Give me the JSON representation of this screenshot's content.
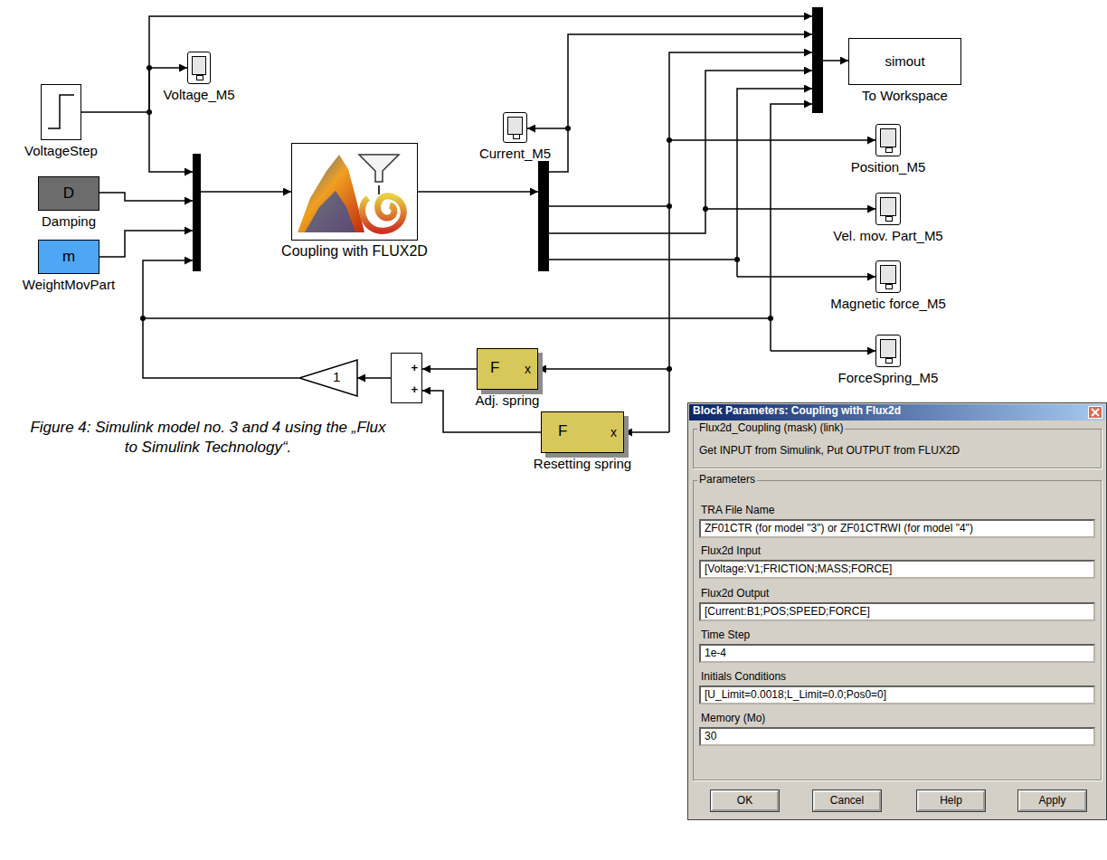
{
  "diagram": {
    "caption": "Figure 4: Simulink model no. 3 and 4 using the „Flux to Simulink Technology“.",
    "nodes": [
      {
        "text": [
          "VoltageStep"
        ]
      },
      {
        "text": [
          "Voltage_M5"
        ]
      },
      {
        "text": [
          "D",
          "Damping"
        ]
      },
      {
        "text": [
          "m",
          "WeightMovPart"
        ]
      },
      {
        "text": [
          "Coupling with FLUX2D"
        ]
      },
      {
        "text": [
          "Current_M5"
        ]
      },
      {
        "text": [
          "simout",
          "To Workspace"
        ]
      },
      {
        "text": [
          "Position_M5"
        ]
      },
      {
        "text": [
          "Vel. mov. Part_M5"
        ]
      },
      {
        "text": [
          "Magnetic force_M5"
        ]
      },
      {
        "text": [
          "ForceSpring_M5"
        ]
      },
      {
        "text": [
          "F",
          "x",
          "Adj. spring"
        ]
      },
      {
        "text": [
          "F",
          "x",
          "Resetting spring"
        ]
      },
      {
        "text": [
          "+",
          "+"
        ]
      },
      {
        "text": [
          "1"
        ]
      },
      {
        "text": [
          "Block Parameters: Coupling with Flux2d",
          "Flux2d_Coupling (mask) (link)",
          "Get INPUT from Simulink, Put OUTPUT from FLUX2D",
          "Parameters",
          "TRA File Name",
          "Flux2d Input",
          "Flux2d Output",
          "Time Step",
          "Initials Conditions",
          "Memory (Mo)"
        ]
      },
      {
        "text": [
          "ZF01CTR (for model \"3\") or ZF01CTRWI (for model \"4\")"
        ],
        "in": 15
      },
      {
        "text": [
          "[Voltage:V1;FRICTION;MASS;FORCE]"
        ],
        "in": 15
      },
      {
        "text": [
          "[Current:B1;POS;SPEED;FORCE]"
        ],
        "in": 15
      },
      {
        "text": [
          "1e-4"
        ],
        "in": 15
      },
      {
        "text": [
          "[U_Limit=0.0018;L_Limit=0.0;Pos0=0]"
        ],
        "in": 15
      },
      {
        "text": [
          "30"
        ],
        "in": 15
      },
      {
        "text": [
          "OK"
        ],
        "in": 15
      },
      {
        "text": [
          "Cancel"
        ],
        "in": 15
      },
      {
        "text": [
          "Help"
        ],
        "in": 15
      },
      {
        "text": [
          "Apply"
        ],
        "in": 15
      }
    ],
    "edges": [
      {
        "from": 0,
        "to": 1,
        "arrow": "to"
      },
      {
        "from": 11,
        "to": 13,
        "arrow": "to"
      },
      {
        "from": 12,
        "to": 13,
        "arrow": "to"
      },
      {
        "from": 13,
        "to": 14,
        "arrow": "to"
      }
    ]
  }
}
